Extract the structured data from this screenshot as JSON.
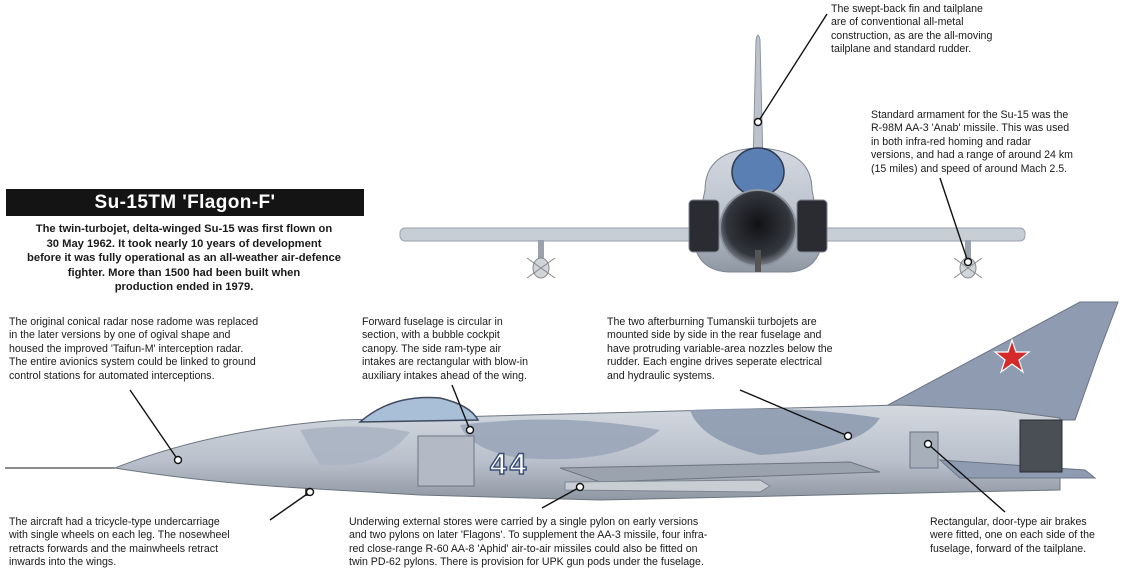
{
  "title": "Su-15TM 'Flagon-F'",
  "intro": "The twin-turbojet, delta-winged Su-15 was first flown on\n30 May 1962. It took nearly 10 years of development\nbefore it was fully operational as an all-weather air-defence\nfighter. More than 1500 had been built when\nproduction ended in 1979.",
  "callouts": {
    "tail": "The swept-back fin and tailplane\nare of conventional all-metal\nconstruction, as are the all-moving\ntailplane and standard rudder.",
    "armament": "Standard armament for the Su-15 was the\nR-98M AA-3 'Anab' missile. This was used\nin both infra-red homing and radar\nversions, and had a range of around 24 km\n(15 miles) and speed of around Mach 2.5.",
    "nose": "The original conical radar nose radome was replaced\nin the later versions by one of ogival shape and\nhoused the improved 'Taifun-M' interception radar.\nThe entire avionics system could be linked to ground\ncontrol stations for automated interceptions.",
    "fuselage": "Forward fuselage is circular in\nsection, with a bubble cockpit\ncanopy. The side ram-type air\nintakes are rectangular with blow-in\nauxiliary intakes ahead of the wing.",
    "engines": "The two afterburning Tumanskii turbojets are\nmounted side by side in the rear fuselage and\nhave protruding variable-area nozzles below the\nrudder. Each engine drives seperate electrical\nand hydraulic systems.",
    "undercarriage": "The aircraft had a tricycle-type undercarriage\nwith single wheels on each leg. The nosewheel\nretracts forwards and the mainwheels retract\ninwards into the wings.",
    "stores": "Underwing external stores were carried by a single pylon on early versions\nand two pylons on later 'Flagons'. To supplement the AA-3 missile, four infra-\nred close-range R-60 AA-8 'Aphid' air-to-air missiles could also be fitted on\ntwin PD-62 pylons. There is provision for UPK gun pods under the fuselage.",
    "airbrakes": "Rectangular, door-type air brakes\nwere fitted, one on each side of the\nfuselage, forward of the tailplane."
  },
  "aircraft": {
    "number": "44",
    "colors": {
      "light_grey": "#c7cdd6",
      "blue_grey": "#8e9bb0",
      "dark": "#2d3037",
      "star_red": "#d42a2a"
    }
  }
}
